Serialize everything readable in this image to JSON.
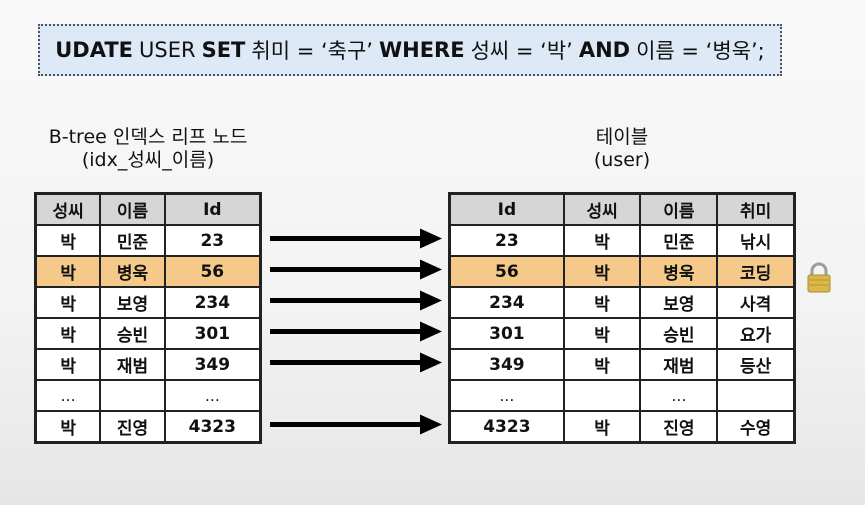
{
  "sql": {
    "tokens": [
      {
        "text": "UDATE",
        "bold": true
      },
      {
        "text": "USER",
        "bold": false
      },
      {
        "text": "SET",
        "bold": true
      },
      {
        "text": "취미 = ‘축구’",
        "bold": false
      },
      {
        "text": "WHERE",
        "bold": true
      },
      {
        "text": "성씨 = ‘박’",
        "bold": false
      },
      {
        "text": "AND",
        "bold": true
      },
      {
        "text": "이름 = ‘병욱’;",
        "bold": false
      }
    ]
  },
  "index_table": {
    "caption_line1": "B-tree 인덱스 리프 노드",
    "caption_line2": "(idx_성씨_이름)",
    "headers": [
      "성씨",
      "이름",
      "Id"
    ],
    "rows": [
      [
        "박",
        "민준",
        "23"
      ],
      [
        "박",
        "병욱",
        "56"
      ],
      [
        "박",
        "보영",
        "234"
      ],
      [
        "박",
        "승빈",
        "301"
      ],
      [
        "박",
        "재범",
        "349"
      ],
      [
        "…",
        "",
        "…"
      ],
      [
        "박",
        "진영",
        "4323"
      ]
    ],
    "highlight_row": 1
  },
  "user_table": {
    "caption_line1": "테이블",
    "caption_line2": "(user)",
    "headers": [
      "Id",
      "성씨",
      "이름",
      "취미"
    ],
    "rows": [
      [
        "23",
        "박",
        "민준",
        "낚시"
      ],
      [
        "56",
        "박",
        "병욱",
        "코딩"
      ],
      [
        "234",
        "박",
        "보영",
        "사격"
      ],
      [
        "301",
        "박",
        "승빈",
        "요가"
      ],
      [
        "349",
        "박",
        "재범",
        "등산"
      ],
      [
        "…",
        "",
        "…",
        ""
      ],
      [
        "4323",
        "박",
        "진영",
        "수영"
      ]
    ],
    "highlight_row": 1
  },
  "arrows_rows": [
    0,
    1,
    2,
    3,
    4,
    6
  ],
  "colors": {
    "header_bg": "#d6d6d6",
    "highlight_bg": "#f5c98a",
    "sql_box_bg": "#dde9f7",
    "lock": "#d9b84a"
  },
  "icons": {
    "lock": "lock-icon"
  }
}
